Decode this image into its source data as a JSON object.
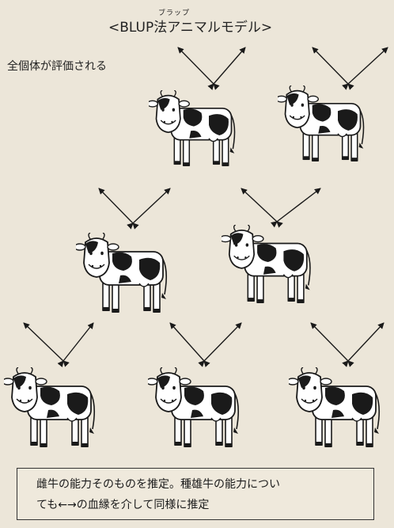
{
  "ruby": "ブラップ",
  "title": "<BLUP法アニマルモデル>",
  "note": "全個体が評価される",
  "caption": {
    "line1": "雌牛の能力そのものを推定。種雄牛の能力につい",
    "line2": "ても←→の血縁を介して同様に推定"
  },
  "colors": {
    "background": "#ece6d9",
    "ink": "#1a1a1a"
  },
  "cows": [
    {
      "id": "cow-1"
    },
    {
      "id": "cow-2"
    },
    {
      "id": "cow-3"
    },
    {
      "id": "cow-4"
    },
    {
      "id": "cow-5"
    },
    {
      "id": "cow-6"
    },
    {
      "id": "cow-7"
    }
  ]
}
